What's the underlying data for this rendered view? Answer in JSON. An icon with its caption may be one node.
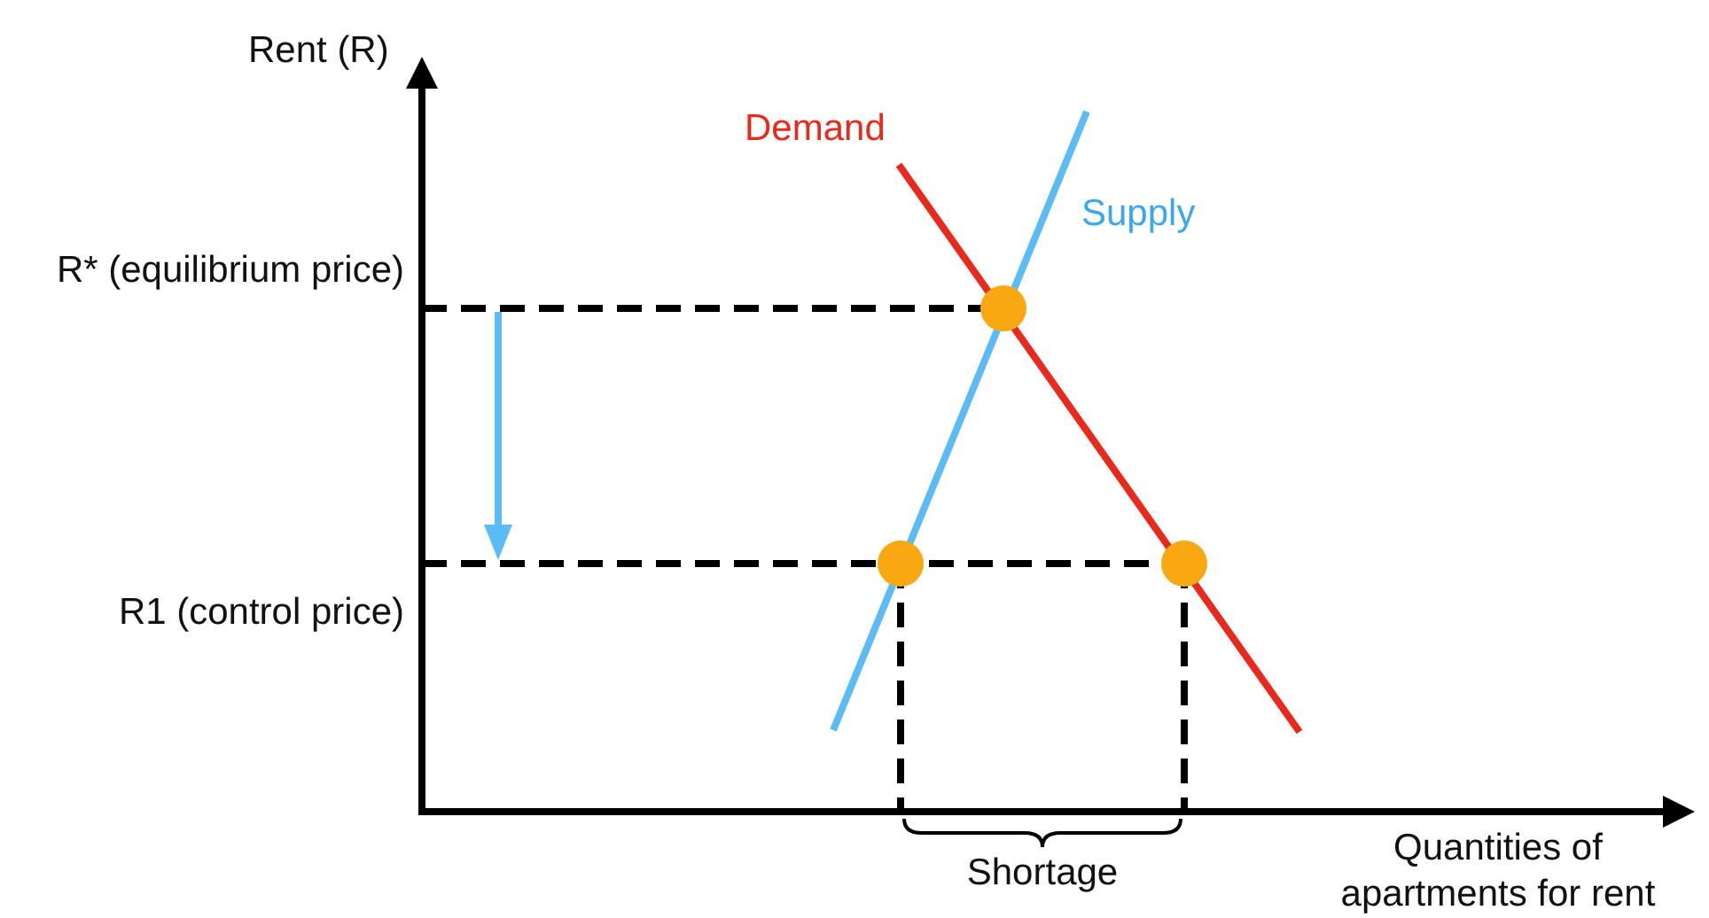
{
  "diagram": {
    "labels": [
      "Rent (R)",
      "Demand",
      "Supply",
      "R* (equilibrium price)",
      "R1 (control price)",
      "Shortage",
      "Quantities of apartments for rent"
    ]
  }
}
